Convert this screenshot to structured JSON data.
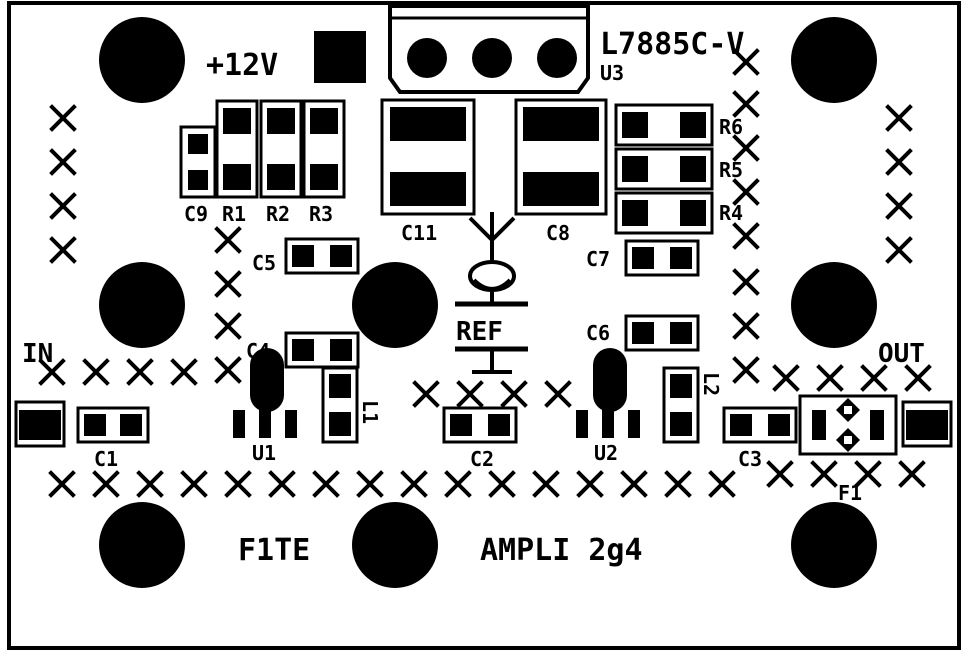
{
  "board": {
    "supply_label": "+12V",
    "regulator_part": "L7885C-V",
    "regulator_ref": "U3",
    "input_label": "IN",
    "output_label": "OUT",
    "ref_label": "REF",
    "footer_left": "F1TE",
    "footer_right": "AMPLI 2g4"
  },
  "labels": {
    "C1": "C1",
    "C2": "C2",
    "C3": "C3",
    "C4": "C4",
    "C5": "C5",
    "C6": "C6",
    "C7": "C7",
    "C8": "C8",
    "C9": "C9",
    "C11": "C11",
    "R1": "R1",
    "R2": "R2",
    "R3": "R3",
    "R4": "R4",
    "R5": "R5",
    "R6": "R6",
    "U1": "U1",
    "U2": "U2",
    "L1": "L1",
    "L2": "L2",
    "F1": "F1"
  },
  "colors": {
    "ink": "#000000",
    "paper": "#ffffff"
  }
}
